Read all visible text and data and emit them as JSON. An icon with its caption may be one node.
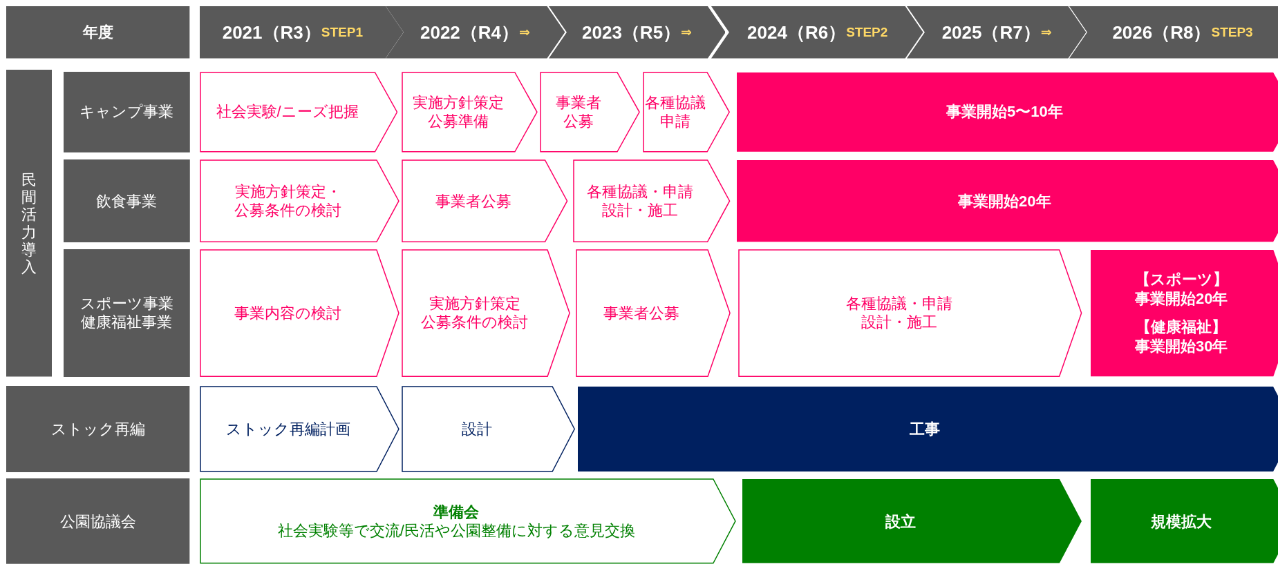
{
  "diagram": {
    "nodes": [
      {
        "text": [
          "年度"
        ]
      },
      {
        "text": [
          "2021（R3）",
          "STEP1"
        ]
      },
      {
        "text": [
          "2022（R4）",
          "⇒"
        ]
      },
      {
        "text": [
          "2023（R5）",
          "⇒"
        ]
      },
      {
        "text": [
          "2024（R6）",
          "STEP2"
        ]
      },
      {
        "text": [
          "2025（R7）",
          "⇒"
        ]
      },
      {
        "text": [
          "2026（R8）",
          "STEP3"
        ]
      },
      {
        "text": [
          "民間活力導入"
        ]
      },
      {
        "text": [
          "キャンプ事業"
        ]
      },
      {
        "text": [
          "社会実験/ニーズ把握"
        ]
      },
      {
        "text": [
          "実施方針策定公募準備"
        ]
      },
      {
        "text": [
          "事業者公募"
        ]
      },
      {
        "text": [
          "各種協議申請"
        ]
      },
      {
        "text": [
          "事業開始5〜10年"
        ]
      },
      {
        "text": [
          "飲食事業"
        ]
      },
      {
        "text": [
          "実施方針策定・公募条件の検討"
        ]
      },
      {
        "text": [
          "事業者公募"
        ]
      },
      {
        "text": [
          "各種協議・申請設計・施工"
        ]
      },
      {
        "text": [
          "事業開始20年"
        ]
      },
      {
        "text": [
          "スポーツ事業健康福祉事業"
        ]
      },
      {
        "text": [
          "事業内容の検討"
        ]
      },
      {
        "text": [
          "実施方針策定公募条件の検討"
        ]
      },
      {
        "text": [
          "事業者公募"
        ]
      },
      {
        "text": [
          "各種協議・申請設計・施工"
        ]
      },
      {
        "text": [
          "【スポーツ】事業開始20年",
          "【健康福祉】事業開始30年"
        ]
      },
      {
        "text": [
          "ストック再編"
        ]
      },
      {
        "text": [
          "ストック再編計画"
        ]
      },
      {
        "text": [
          "設計"
        ]
      },
      {
        "text": [
          "工事"
        ]
      },
      {
        "text": [
          "公園協議会"
        ]
      },
      {
        "text": [
          "準備会",
          "社会実験等で交流/民活や公園整備に対する意見交換"
        ]
      },
      {
        "text": [
          "設立"
        ]
      },
      {
        "text": [
          "規模拡大"
        ]
      }
    ]
  }
}
